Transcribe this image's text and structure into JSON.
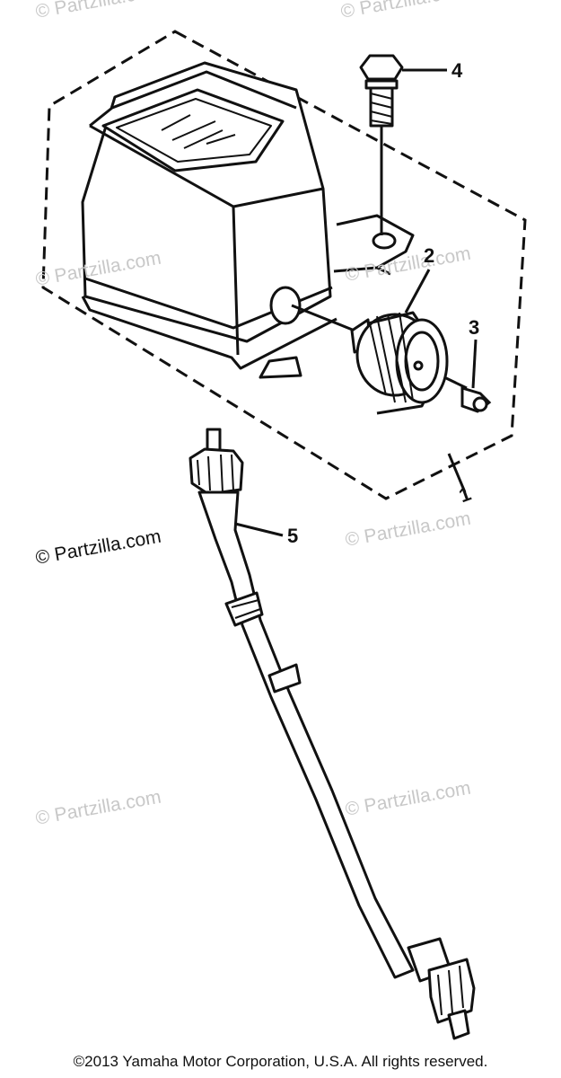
{
  "watermark": {
    "text": "© Partzilla.com",
    "color": "#c8c8c8"
  },
  "callouts": {
    "c1": "1",
    "c2": "2",
    "c3": "3",
    "c4": "4",
    "c5": "5"
  },
  "copyright": "©2013 Yamaha Motor Corporation, U.S.A. All rights reserved."
}
